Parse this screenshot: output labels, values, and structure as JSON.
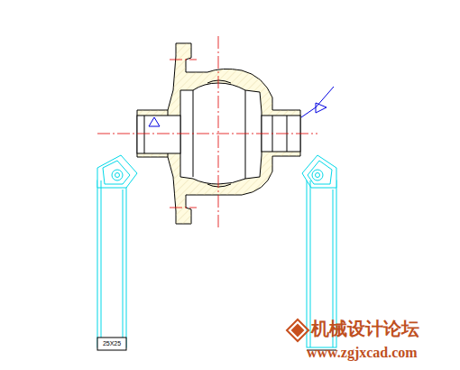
{
  "diagram": {
    "labels": [
      "25X25",
      "机械设计论坛",
      "www.zgjxcad.com"
    ]
  }
}
